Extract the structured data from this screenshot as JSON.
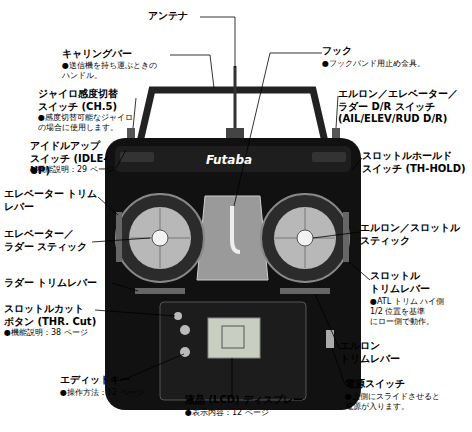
{
  "diagram": {
    "labels": [
      "アンテナ",
      "キャリングバー",
      "●送信機を持ち運ぶときの ハンドル。",
      "ジャイロ感度切替 スイッチ (CH.5)",
      "●感度切替可能なジャイロ の場合に使用します。",
      "アイドルアップ スイッチ (IDLE-UP)",
      "●機能説明：29 ページ",
      "エレベーター トリム レバー",
      "エレベーター／ ラダー スティック",
      "ラダー トリムレバー",
      "スロットルカット ボタン (THR. Cut)",
      "●機能説明：38 ページ",
      "エディットキー",
      "●操作方法：12 ページ",
      "液晶 (LCD) ディスプレー",
      "●表示内容：12 ページ",
      "フック",
      "●フックバンド用止め金具。",
      "エルロン／エレベーター／ ラダー D/R スイッチ (AIL/ELEV/RUD D/R)",
      "スロットルホールド スイッチ (TH-HOLD)",
      "エルロン／スロットル スティック",
      "スロットル トリムレバー",
      "●ATL トリム ハイ側 1/2 位置を基準 にロー側で動作。",
      "エルロン トリムレバー",
      "電源スイッチ",
      "●上側にスライドさせると 電源が入ります。",
      "Futaba"
    ]
  }
}
